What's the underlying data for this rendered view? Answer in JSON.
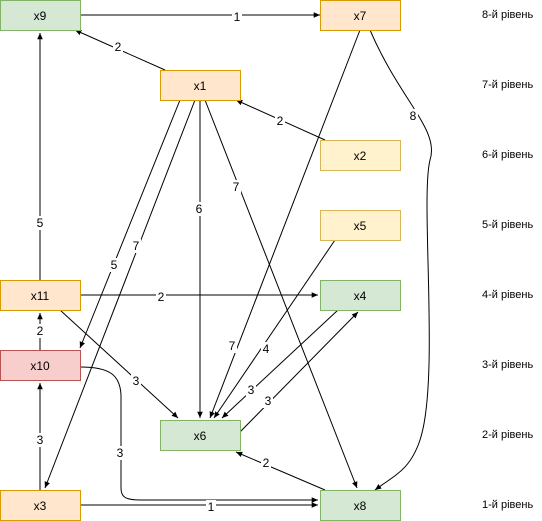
{
  "colors": {
    "orange_fill": "#ffe6cc",
    "orange_stroke": "#d79b00",
    "green_fill": "#d5e8d4",
    "green_stroke": "#82b366",
    "yellow_fill": "#fff2cc",
    "yellow_stroke": "#d6b656",
    "red_fill": "#f8cecc",
    "red_stroke": "#b85450",
    "edge": "#000000",
    "label_bg": "#ffffff"
  },
  "nodes": {
    "x9": {
      "label": "x9",
      "style": "green"
    },
    "x7": {
      "label": "x7",
      "style": "orange"
    },
    "x1": {
      "label": "x1",
      "style": "orange"
    },
    "x2": {
      "label": "x2",
      "style": "yellow"
    },
    "x5": {
      "label": "x5",
      "style": "yellow"
    },
    "x11": {
      "label": "x11",
      "style": "orange"
    },
    "x4": {
      "label": "x4",
      "style": "green"
    },
    "x10": {
      "label": "x10",
      "style": "red"
    },
    "x6": {
      "label": "x6",
      "style": "green"
    },
    "x3": {
      "label": "x3",
      "style": "orange"
    },
    "x8": {
      "label": "x8",
      "style": "green"
    }
  },
  "edges": [
    {
      "from": "x9",
      "to": "x7",
      "label": "1"
    },
    {
      "from": "x1",
      "to": "x9",
      "label": "2"
    },
    {
      "from": "x2",
      "to": "x1",
      "label": "2"
    },
    {
      "from": "x7",
      "to": "x8",
      "label": "8"
    },
    {
      "from": "x7",
      "to": "x6",
      "label": "7"
    },
    {
      "from": "x1",
      "to": "x6",
      "label": "6"
    },
    {
      "from": "x1",
      "to": "x8",
      "label": "7"
    },
    {
      "from": "x1",
      "to": "x10",
      "label": "5"
    },
    {
      "from": "x1",
      "to": "x3",
      "label": "7"
    },
    {
      "from": "x11",
      "to": "x9",
      "label": "5"
    },
    {
      "from": "x11",
      "to": "x4",
      "label": "2"
    },
    {
      "from": "x11",
      "to": "x6",
      "label": "3"
    },
    {
      "from": "x10",
      "to": "x11",
      "label": "2"
    },
    {
      "from": "x10",
      "to": "x8",
      "label": "3"
    },
    {
      "from": "x3",
      "to": "x10",
      "label": "3"
    },
    {
      "from": "x3",
      "to": "x8",
      "label": "1"
    },
    {
      "from": "x5",
      "to": "x6",
      "label": "4"
    },
    {
      "from": "x4",
      "to": "x6",
      "label": "3"
    },
    {
      "from": "x6",
      "to": "x4",
      "label": "3"
    },
    {
      "from": "x8",
      "to": "x6",
      "label": "2"
    }
  ],
  "levels": [
    "8-й рівень",
    "7-й рівень",
    "6-й рівень",
    "5-й рівень",
    "4-й рівень",
    "3-й рівень",
    "2-й рівень",
    "1-й рівень"
  ]
}
